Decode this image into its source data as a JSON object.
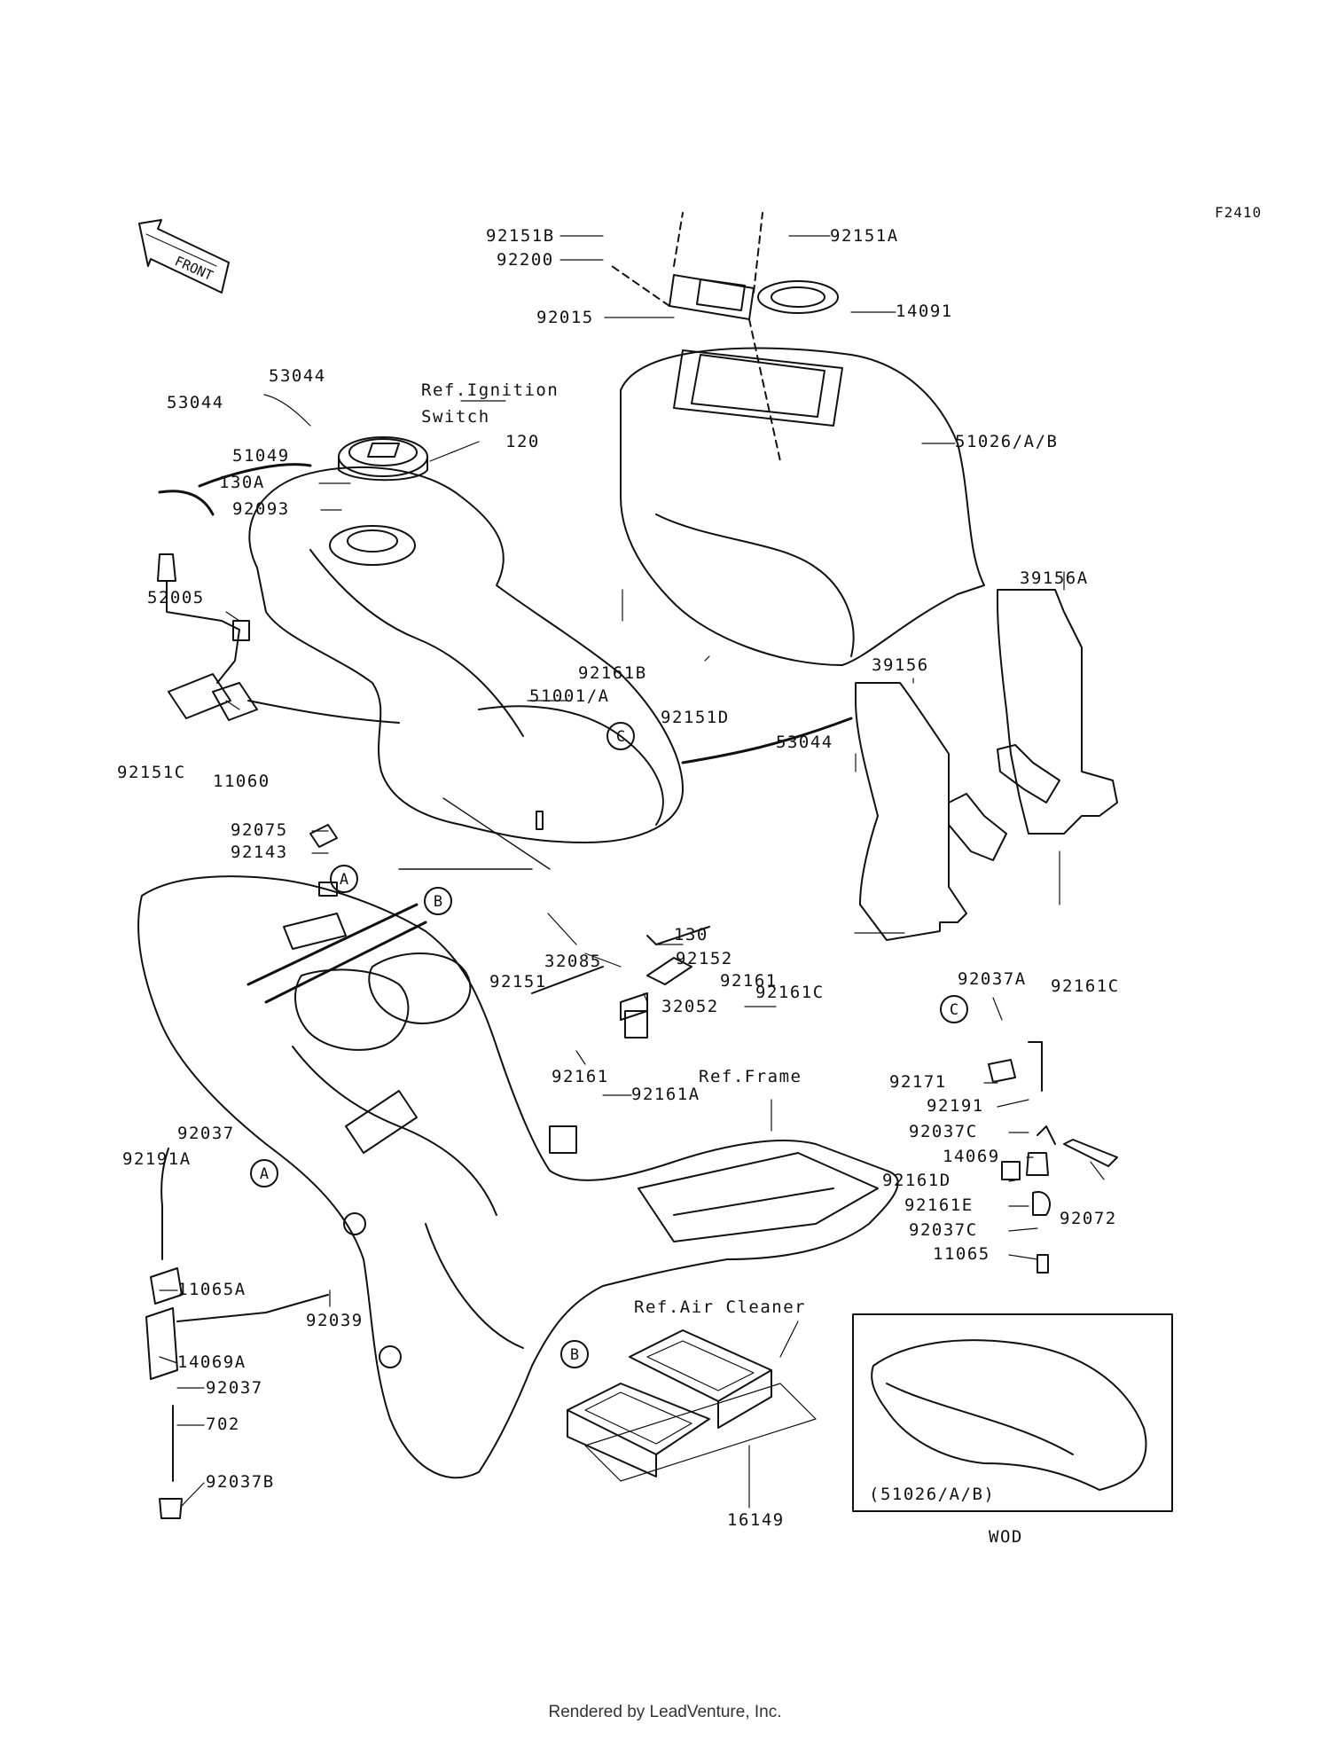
{
  "diagram_code": "F2410",
  "front_label": "FRONT",
  "inset_caption": "(51026/A/B)",
  "inset_note": "WOD",
  "footer": "Rendered by LeadVenture, Inc.",
  "callouts": [
    "A",
    "B",
    "C",
    "A",
    "B",
    "C"
  ],
  "parts": [
    {
      "id": "p01",
      "text": "92151B"
    },
    {
      "id": "p02",
      "text": "92151A"
    },
    {
      "id": "p03",
      "text": "92200"
    },
    {
      "id": "p04",
      "text": "92015"
    },
    {
      "id": "p05",
      "text": "14091"
    },
    {
      "id": "p06",
      "text": "53044"
    },
    {
      "id": "p07",
      "text": "53044"
    },
    {
      "id": "p08",
      "text": "Ref.Ignition"
    },
    {
      "id": "p09",
      "text": "Switch"
    },
    {
      "id": "p10",
      "text": "120"
    },
    {
      "id": "p11",
      "text": "51026/A/B"
    },
    {
      "id": "p12",
      "text": "51049"
    },
    {
      "id": "p13",
      "text": "130A"
    },
    {
      "id": "p14",
      "text": "92093"
    },
    {
      "id": "p15",
      "text": "52005"
    },
    {
      "id": "p16",
      "text": "39156A"
    },
    {
      "id": "p17",
      "text": "92161B"
    },
    {
      "id": "p18",
      "text": "51001/A"
    },
    {
      "id": "p19",
      "text": "92151D"
    },
    {
      "id": "p20",
      "text": "39156"
    },
    {
      "id": "p21",
      "text": "92151C"
    },
    {
      "id": "p22",
      "text": "11060"
    },
    {
      "id": "p23",
      "text": "53044"
    },
    {
      "id": "p24",
      "text": "92075"
    },
    {
      "id": "p25",
      "text": "92143"
    },
    {
      "id": "p26",
      "text": "130"
    },
    {
      "id": "p27",
      "text": "92152"
    },
    {
      "id": "p28",
      "text": "92161C"
    },
    {
      "id": "p29",
      "text": "92161C"
    },
    {
      "id": "p30",
      "text": "32085"
    },
    {
      "id": "p31",
      "text": "92151"
    },
    {
      "id": "p32",
      "text": "92161"
    },
    {
      "id": "p33",
      "text": "32052"
    },
    {
      "id": "p34",
      "text": "92037A"
    },
    {
      "id": "p35",
      "text": "92161"
    },
    {
      "id": "p36",
      "text": "92161A"
    },
    {
      "id": "p37",
      "text": "Ref.Frame"
    },
    {
      "id": "p38",
      "text": "92171"
    },
    {
      "id": "p39",
      "text": "92191"
    },
    {
      "id": "p40",
      "text": "92037"
    },
    {
      "id": "p41",
      "text": "92191A"
    },
    {
      "id": "p42",
      "text": "92037C"
    },
    {
      "id": "p43",
      "text": "14069"
    },
    {
      "id": "p44",
      "text": "92161D"
    },
    {
      "id": "p45",
      "text": "92161E"
    },
    {
      "id": "p46",
      "text": "92072"
    },
    {
      "id": "p47",
      "text": "92037C"
    },
    {
      "id": "p48",
      "text": "11065"
    },
    {
      "id": "p49",
      "text": "11065A"
    },
    {
      "id": "p50",
      "text": "92039"
    },
    {
      "id": "p51",
      "text": "Ref.Air Cleaner"
    },
    {
      "id": "p52",
      "text": "14069A"
    },
    {
      "id": "p53",
      "text": "92037"
    },
    {
      "id": "p54",
      "text": "702"
    },
    {
      "id": "p55",
      "text": "92037B"
    },
    {
      "id": "p56",
      "text": "16149"
    }
  ]
}
